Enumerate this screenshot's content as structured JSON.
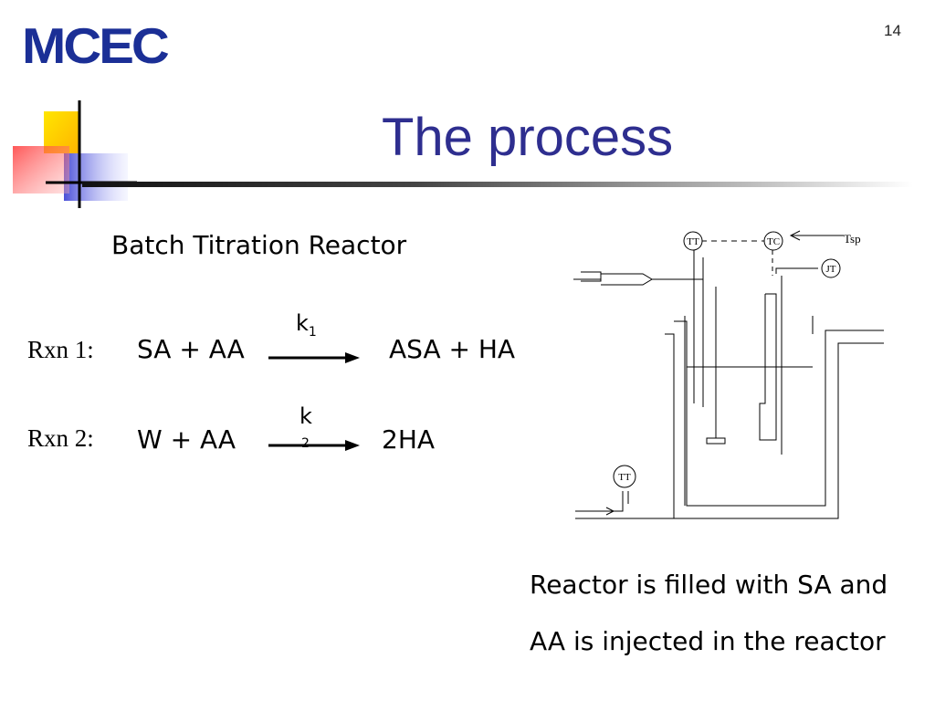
{
  "header": {
    "logo": "MCEC",
    "slide_number": "14"
  },
  "title": "The process",
  "subtitle": "Batch Titration Reactor",
  "reactions": [
    {
      "label": "Rxn 1:",
      "lhs": "SA + AA",
      "k": "k",
      "k_sub": "1",
      "rhs": "ASA + HA"
    },
    {
      "label": "Rxn 2:",
      "lhs": "W + AA",
      "k": "k",
      "k_sub": "2",
      "rhs": "2HA"
    }
  ],
  "diagram": {
    "tt_top": "TT",
    "tc": "TC",
    "tsp": "Tsp",
    "jt": "JT",
    "tt_bottom": "TT"
  },
  "notes": [
    "Reactor is filled with SA and",
    "AA is injected in the reactor"
  ],
  "colors": {
    "logo": "#1b2f96",
    "title": "#2e2e8f",
    "deco_yellow": "#ffd200",
    "deco_blue": "#3a3fd8",
    "deco_red": "#ff4040"
  }
}
